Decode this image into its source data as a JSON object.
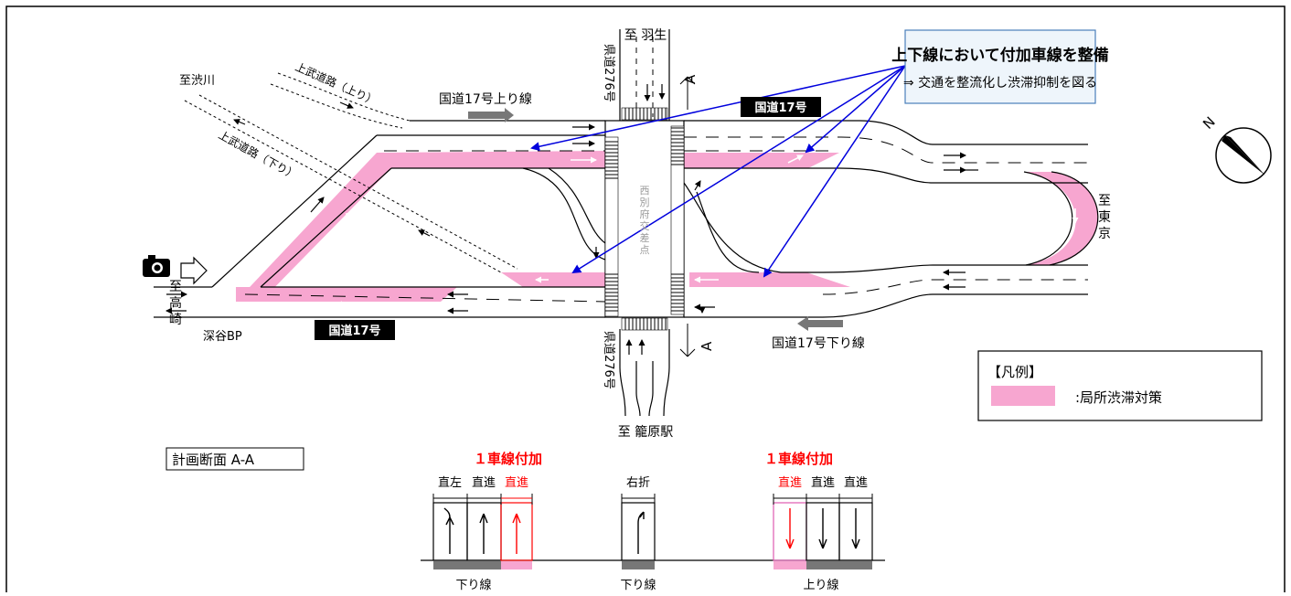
{
  "callout": {
    "title": "上下線において付加車線を整備",
    "subtitle": "⇒  交通を整流化し渋滞抑制を図る"
  },
  "places": {
    "hanyu": "至 羽生",
    "kagohara": "至 籠原駅",
    "shibukawa": "至渋川",
    "tokyo": [
      "至",
      "東",
      "京"
    ],
    "takasaki": [
      "至",
      "高",
      "崎"
    ],
    "fukaya_bp": "深谷BP",
    "intersection": [
      "西",
      "別",
      "府",
      "交",
      "差",
      "点"
    ]
  },
  "roads": {
    "jobu_up": "上武道路（上り）",
    "jobu_down": "上武道路（下り）",
    "r17_up_line": "国道17号上り線",
    "r17_down_line": "国道17号下り線",
    "r17_badge": "国道17号",
    "pref276": "県道276号"
  },
  "section_marker": "A",
  "compass": "N",
  "legend": {
    "title": "【凡例】",
    "swatch_color": "#f7a6d0",
    "item": ":局所渋滞対策"
  },
  "cross_section": {
    "title": "計画断面  A-A",
    "added_lane": "１車線付加",
    "added_color": "#ff0000",
    "lanes": {
      "left_straight": "直左",
      "straight": "直進",
      "right_turn": "右折"
    },
    "down_line": "下り線",
    "up_line": "上り線"
  }
}
